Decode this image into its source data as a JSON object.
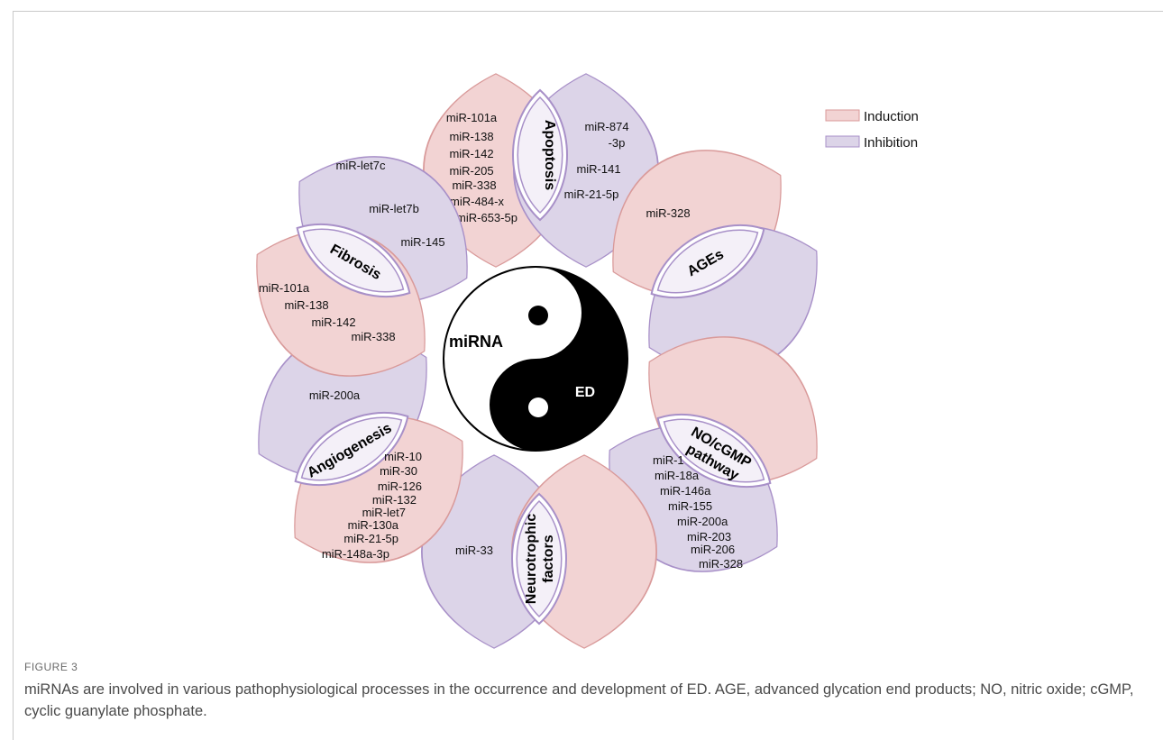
{
  "legend": {
    "induction": {
      "label": "Induction",
      "fill": "#f2d3d3",
      "stroke": "#d99a9a"
    },
    "inhibition": {
      "label": "Inhibition",
      "fill": "#dcd4e8",
      "stroke": "#a890c8"
    }
  },
  "center": {
    "left_label": "miRNA",
    "right_label": "ED"
  },
  "categories": {
    "apoptosis": {
      "label": "Apoptosis",
      "induction": [
        "miR-101a",
        "miR-138",
        "miR-142",
        "miR-205",
        "miR-338",
        "miR-484-x",
        "miR-653-5p"
      ],
      "inhibition": [
        "miR-874",
        "-3p",
        "miR-141",
        "miR-21-5p"
      ]
    },
    "ages": {
      "label": "AGEs",
      "induction": [
        "miR-328"
      ],
      "inhibition": []
    },
    "no_cgmp": {
      "label_line1": "NO/cGMP",
      "label_line2": "pathway",
      "induction": [],
      "inhibition": [
        "miR-1",
        "miR-18a",
        "miR-146a",
        "miR-155",
        "miR-200a",
        "miR-203",
        "miR-206",
        "miR-328"
      ]
    },
    "neurotrophic": {
      "label_line1": "Neurotrophic",
      "label_line2": "factors",
      "induction": [],
      "inhibition": [
        "miR-33"
      ]
    },
    "angiogenesis": {
      "label": "Angiogenesis",
      "induction": [
        "miR-10",
        "miR-30",
        "miR-126",
        "miR-132",
        "miR-let7",
        "miR-130a",
        "miR-21-5p",
        "miR-148a-3p"
      ],
      "inhibition": [
        "miR-200a"
      ]
    },
    "fibrosis": {
      "label": "Fibrosis",
      "induction": [
        "miR-101a",
        "miR-138",
        "miR-142",
        "miR-338"
      ],
      "inhibition": [
        "miR-let7c",
        "miR-let7b",
        "miR-145"
      ]
    }
  },
  "caption": {
    "figure_label": "FIGURE 3",
    "text": "miRNAs are involved in various pathophysiological processes in the occurrence and development of ED. AGE, advanced glycation end products; NO, nitric oxide; cGMP, cyclic guanylate phosphate."
  }
}
